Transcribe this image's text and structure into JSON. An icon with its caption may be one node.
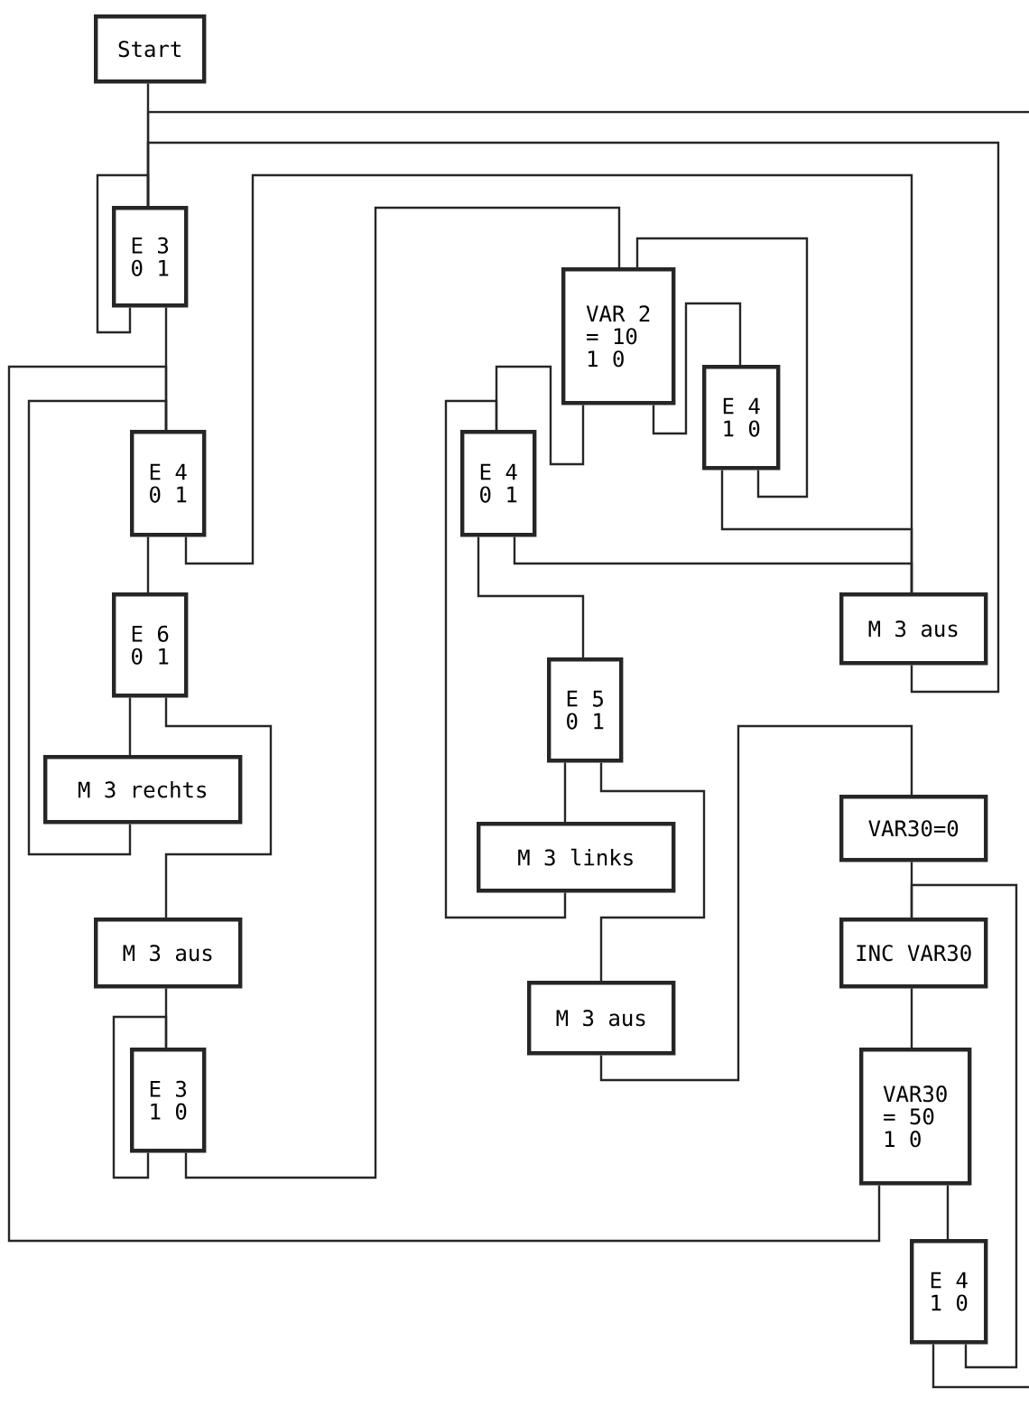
{
  "diagram": {
    "nodes": [
      {
        "text": [
          "Start"
        ]
      },
      {
        "text": [
          "E 3",
          "0 1"
        ]
      },
      {
        "text": [
          "E 4",
          "0 1"
        ]
      },
      {
        "text": [
          "E 6",
          "0 1"
        ]
      },
      {
        "text": [
          "M 3 rechts"
        ]
      },
      {
        "text": [
          "M 3 aus"
        ]
      },
      {
        "text": [
          "E 3",
          "1 0"
        ]
      },
      {
        "text": [
          "VAR 2",
          "= 10",
          "1 0"
        ]
      },
      {
        "text": [
          "E 4",
          "1 0"
        ]
      },
      {
        "text": [
          "E 4",
          "0 1"
        ]
      },
      {
        "text": [
          "M 3 aus"
        ]
      },
      {
        "text": [
          "E 5",
          "0 1"
        ]
      },
      {
        "text": [
          "M 3 links"
        ]
      },
      {
        "text": [
          "M 3 aus"
        ]
      },
      {
        "text": [
          "VAR30=0"
        ]
      },
      {
        "text": [
          "INC VAR30"
        ]
      },
      {
        "text": [
          "VAR30",
          "= 50",
          "1 0"
        ]
      },
      {
        "text": [
          "E 4",
          "1 0"
        ]
      }
    ],
    "edges": [
      {
        "from": 0,
        "to": 1,
        "arrow": "none"
      },
      {
        "from": 1,
        "to": 1,
        "arrow": "none"
      },
      {
        "from": 1,
        "to": 2,
        "arrow": "none"
      },
      {
        "from": 2,
        "to": 3,
        "arrow": "none"
      },
      {
        "from": 2,
        "to": 10,
        "arrow": "none"
      },
      {
        "from": 3,
        "to": 4,
        "arrow": "none"
      },
      {
        "from": 3,
        "to": 5,
        "arrow": "none"
      },
      {
        "from": 4,
        "to": 2,
        "arrow": "none"
      },
      {
        "from": 5,
        "to": 6,
        "arrow": "none"
      },
      {
        "from": 6,
        "to": 6,
        "arrow": "none"
      },
      {
        "from": 6,
        "to": 7,
        "arrow": "none"
      },
      {
        "from": 7,
        "to": 9,
        "arrow": "none"
      },
      {
        "from": 7,
        "to": 8,
        "arrow": "none"
      },
      {
        "from": 8,
        "to": 10,
        "arrow": "none"
      },
      {
        "from": 8,
        "to": 7,
        "arrow": "none"
      },
      {
        "from": 9,
        "to": 11,
        "arrow": "none"
      },
      {
        "from": 9,
        "to": 10,
        "arrow": "none"
      },
      {
        "from": 10,
        "to": 1,
        "arrow": "none"
      },
      {
        "from": 11,
        "to": 12,
        "arrow": "none"
      },
      {
        "from": 11,
        "to": 13,
        "arrow": "none"
      },
      {
        "from": 12,
        "to": 9,
        "arrow": "none"
      },
      {
        "from": 13,
        "to": 14,
        "arrow": "none"
      },
      {
        "from": 14,
        "to": 15,
        "arrow": "none"
      },
      {
        "from": 15,
        "to": 16,
        "arrow": "none"
      },
      {
        "from": 16,
        "to": 2,
        "arrow": "none"
      },
      {
        "from": 16,
        "to": 17,
        "arrow": "none"
      },
      {
        "from": 17,
        "to": 15,
        "arrow": "none"
      },
      {
        "from": 17,
        "to": null,
        "arrow": "none"
      },
      {
        "from": null,
        "to": 1,
        "arrow": "none"
      }
    ]
  }
}
